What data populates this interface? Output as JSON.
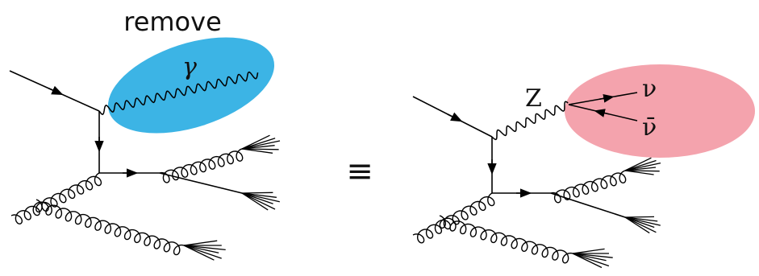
{
  "left_diagram": {
    "remove_label": "remove",
    "photon_label": "γ",
    "highlight_color": "#3cb4e5"
  },
  "equivalence_symbol": "≡",
  "right_diagram": {
    "boson_label": "Z",
    "neutrino_label": "ν",
    "antineutrino_label": "ν̄",
    "highlight_color": "#f4a3ad"
  }
}
